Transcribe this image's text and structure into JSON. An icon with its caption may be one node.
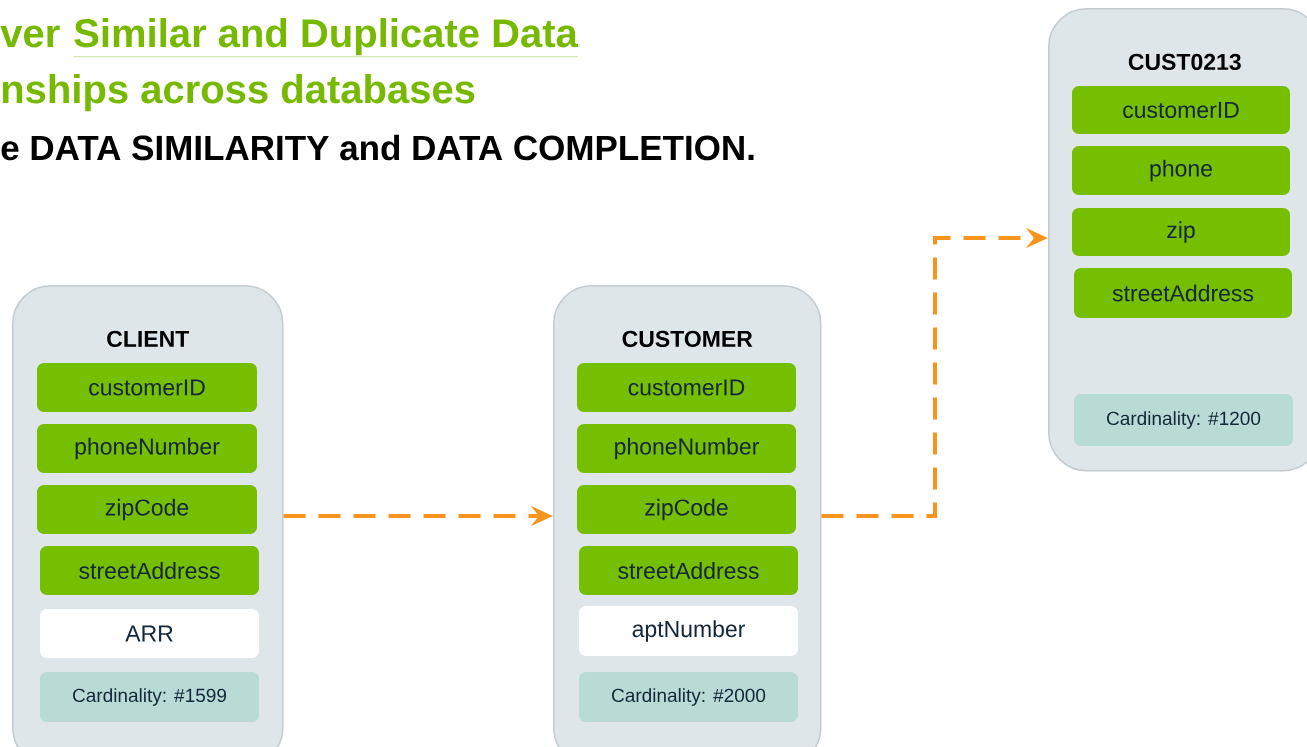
{
  "diagram": {
    "nodes": [
      {
        "text": [
          "CLIENT"
        ]
      },
      {
        "text": [
          "customerID"
        ],
        "in": 0
      },
      {
        "text": [
          "phoneNumber"
        ],
        "in": 0
      },
      {
        "text": [
          "zipCode"
        ],
        "in": 0
      },
      {
        "text": [
          "streetAddress"
        ],
        "in": 0
      },
      {
        "text": [
          "ARR"
        ],
        "in": 0
      },
      {
        "text": [
          "Cardinality: #1599"
        ],
        "in": 0
      },
      {
        "text": [
          "CUSTOMER"
        ]
      },
      {
        "text": [
          "customerID"
        ],
        "in": 7
      },
      {
        "text": [
          "phoneNumber"
        ],
        "in": 7
      },
      {
        "text": [
          "zipCode"
        ],
        "in": 7
      },
      {
        "text": [
          "streetAddress"
        ],
        "in": 7
      },
      {
        "text": [
          "aptNumber"
        ],
        "in": 7
      },
      {
        "text": [
          "Cardinality: #2000"
        ],
        "in": 7
      },
      {
        "text": [
          "CUST0213"
        ]
      },
      {
        "text": [
          "customerID"
        ],
        "in": 14
      },
      {
        "text": [
          "phone"
        ],
        "in": 14
      },
      {
        "text": [
          "zip"
        ],
        "in": 14
      },
      {
        "text": [
          "streetAddress"
        ],
        "in": 14
      },
      {
        "text": [
          "Cardinality: #1200"
        ],
        "in": 14
      }
    ],
    "edges": [
      {
        "from": 0,
        "to": 7,
        "arrow": "to",
        "style": "dashed"
      },
      {
        "from": 7,
        "to": 14,
        "arrow": "to",
        "style": "dashed"
      }
    ],
    "labels": [
      "ver",
      "Similar and Duplicate Data",
      "nships across databases",
      "e DATA SIMILARITY and DATA COMPLETION."
    ]
  }
}
